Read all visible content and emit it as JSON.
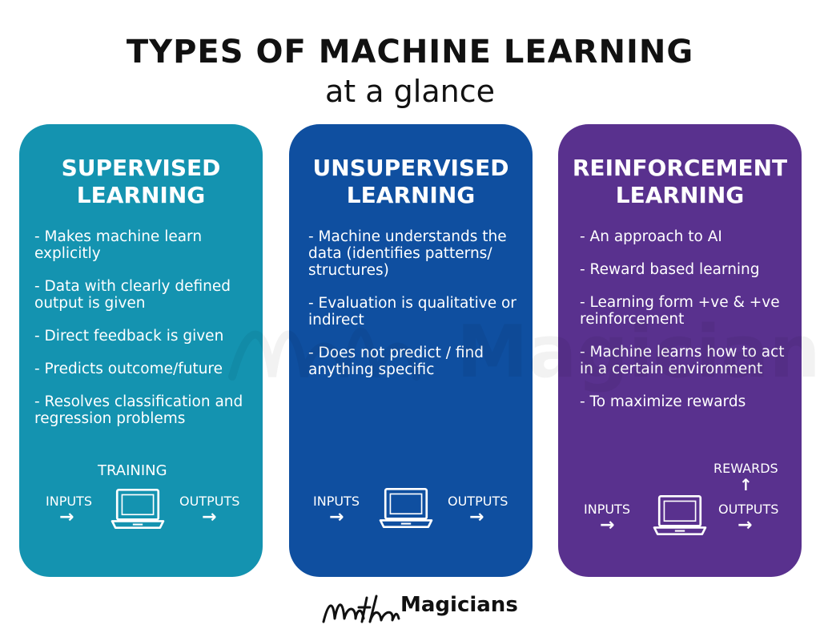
{
  "header": {
    "title": "TYPES OF MACHINE LEARNING",
    "subtitle": "at a glance"
  },
  "colors": {
    "supervised": "#1493b0",
    "unsupervised": "#0f4fa0",
    "reinforcement": "#59318e"
  },
  "cards": [
    {
      "title_line1": "SUPERVISED",
      "title_line2": "LEARNING",
      "bullets": [
        "- Makes machine learn explicitly",
        "- Data with clearly defined output is given",
        "- Direct feedback is given",
        "- Predicts outcome/future",
        "- Resolves classification and regression problems"
      ],
      "flow": {
        "top_label": "TRAINING",
        "inputs": "INPUTS",
        "outputs": "OUTPUTS",
        "icon": "laptop-icon"
      }
    },
    {
      "title_line1": "UNSUPERVISED",
      "title_line2": "LEARNING",
      "bullets": [
        "- Machine understands the data (identifies patterns/ structures)",
        "- Evaluation is qualitative or indirect",
        "- Does not predict / find anything specific"
      ],
      "flow": {
        "inputs": "INPUTS",
        "outputs": "OUTPUTS",
        "icon": "laptop-icon"
      }
    },
    {
      "title_line1": "REINFORCEMENT",
      "title_line2": "LEARNING",
      "bullets": [
        "- An approach to AI",
        "- Reward based learning",
        "- Learning form +ve & +ve reinforcement",
        "- Machine learns how to act in a certain environment",
        "- To maximize rewards"
      ],
      "flow": {
        "top_label": "REWARDS",
        "inputs": "INPUTS",
        "outputs": "OUTPUTS",
        "icon": "laptop-icon"
      }
    }
  ],
  "logo": {
    "script_part": "matha",
    "bold_part": "Magicians"
  }
}
